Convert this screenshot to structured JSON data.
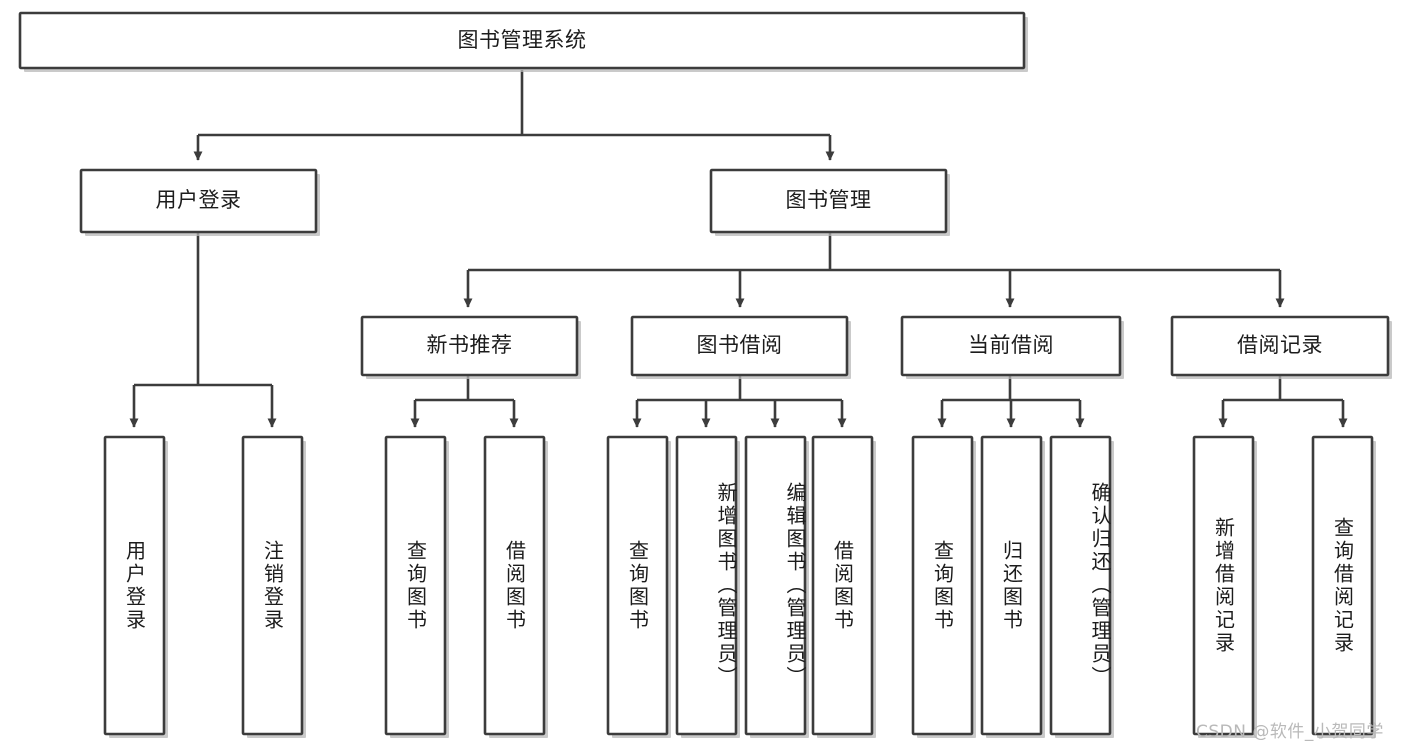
{
  "diagram": {
    "title": "图书管理系统",
    "type": "hierarchy-tree",
    "watermark": "CSDN @软件_小贺同学",
    "colors": {
      "stroke": "#3c3c3c",
      "fill": "#ffffff",
      "text": "#1c1c1c",
      "watermark": "#b9b9b9",
      "background": "#ffffff"
    },
    "nodes": {
      "root": {
        "label": "图书管理系统",
        "level": 1,
        "orientation": "horizontal"
      },
      "l2": [
        {
          "label": "用户登录",
          "orientation": "horizontal"
        },
        {
          "label": "图书管理",
          "orientation": "horizontal"
        }
      ],
      "l3": [
        {
          "label": "新书推荐",
          "orientation": "horizontal"
        },
        {
          "label": "图书借阅",
          "orientation": "horizontal"
        },
        {
          "label": "当前借阅",
          "orientation": "horizontal"
        },
        {
          "label": "借阅记录",
          "orientation": "horizontal"
        }
      ],
      "leaves": [
        {
          "label": "用户登录",
          "parent": "用户登录",
          "orientation": "vertical"
        },
        {
          "label": "注销登录",
          "parent": "用户登录",
          "orientation": "vertical"
        },
        {
          "label": "查询图书",
          "parent": "新书推荐",
          "orientation": "vertical"
        },
        {
          "label": "借阅图书",
          "parent": "新书推荐",
          "orientation": "vertical"
        },
        {
          "label": "查询图书",
          "parent": "图书借阅",
          "orientation": "vertical"
        },
        {
          "label": "新增图书（管理员）",
          "parent": "图书借阅",
          "orientation": "vertical"
        },
        {
          "label": "编辑图书（管理员）",
          "parent": "图书借阅",
          "orientation": "vertical"
        },
        {
          "label": "借阅图书",
          "parent": "图书借阅",
          "orientation": "vertical"
        },
        {
          "label": "查询图书",
          "parent": "当前借阅",
          "orientation": "vertical"
        },
        {
          "label": "归还图书",
          "parent": "当前借阅",
          "orientation": "vertical"
        },
        {
          "label": "确认归还（管理员）",
          "parent": "当前借阅",
          "orientation": "vertical"
        },
        {
          "label": "新增借阅记录",
          "parent": "借阅记录",
          "orientation": "vertical"
        },
        {
          "label": "查询借阅记录",
          "parent": "借阅记录",
          "orientation": "vertical"
        }
      ]
    }
  }
}
